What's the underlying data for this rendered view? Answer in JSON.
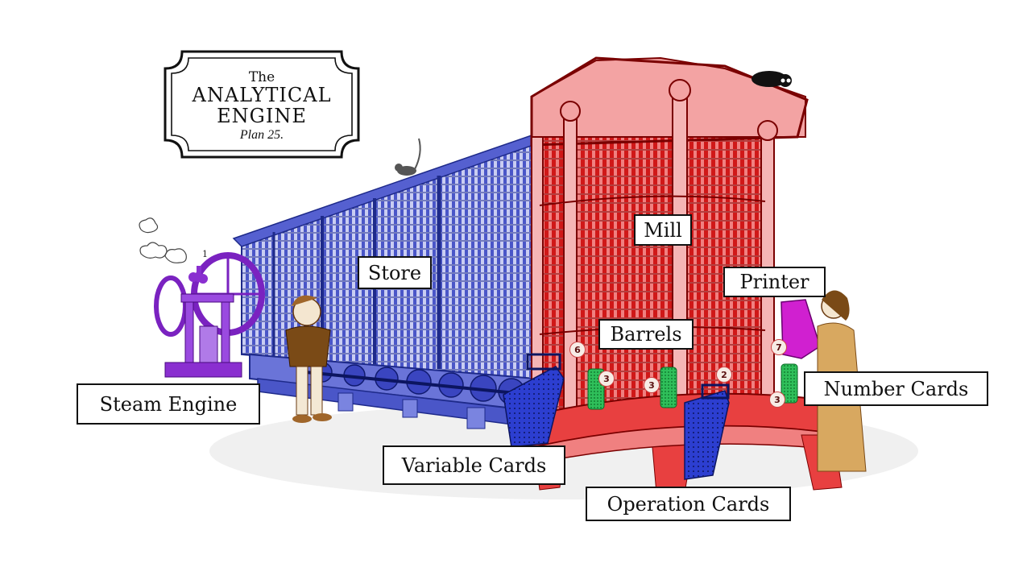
{
  "title_plaque": {
    "the": "The",
    "line1": "ANALYTICAL",
    "line2": "ENGINE",
    "plan": "Plan 25."
  },
  "labels": {
    "steam_engine": "Steam Engine",
    "store": "Store",
    "mill": "Mill",
    "printer": "Printer",
    "barrels": "Barrels",
    "number_cards": "Number Cards",
    "variable_cards": "Variable Cards",
    "operation_cards": "Operation Cards"
  },
  "markers": {
    "steam_engine_number": "1",
    "badge_6": "6",
    "badge_3a": "3",
    "badge_3b": "3",
    "badge_2": "2",
    "badge_7": "7",
    "badge_3c": "3"
  },
  "colors": {
    "store": "#3a45c0",
    "mill": "#e01818",
    "steam_engine": "#8a2fd0",
    "printer": "#d020d0",
    "barrels": "#1fa84a",
    "cards": "#2032c8",
    "figures": "#b07a30"
  }
}
